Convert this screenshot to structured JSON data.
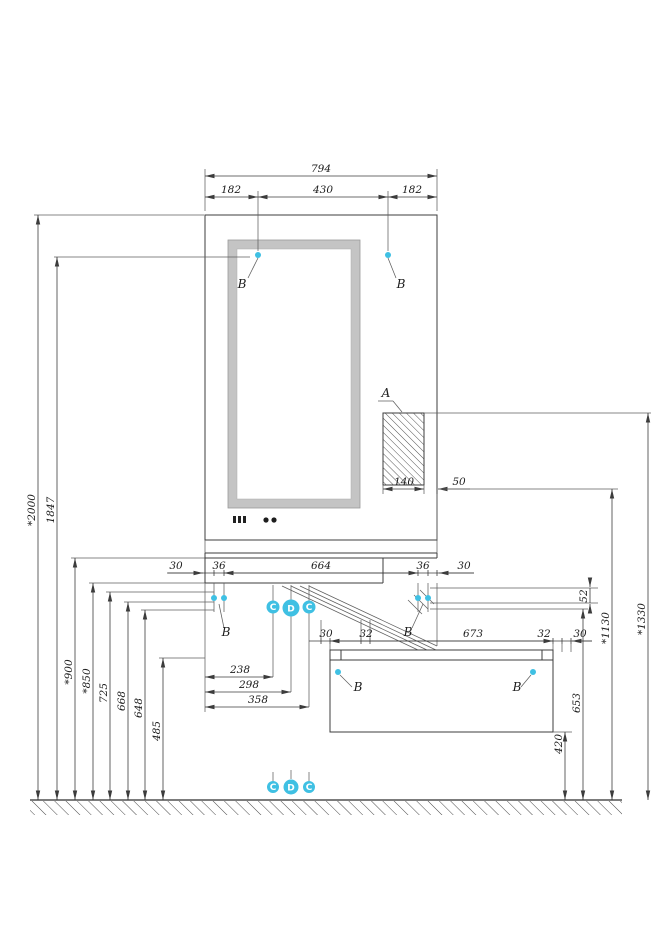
{
  "drawing": {
    "type": "installation-dimension-diagram",
    "colors": {
      "line": "#3c3c3c",
      "marker_cyan": "#3fc0e3",
      "frame_gray": "#c4c4c4"
    },
    "labels": {
      "a": "A",
      "b": "B",
      "c": "C",
      "d": "D"
    },
    "dims": {
      "top_width": "794",
      "top_left": "182",
      "top_center": "430",
      "top_right": "182",
      "h2000": "*2000",
      "h1847": "1847",
      "h900": "*900",
      "h850": "*850",
      "h725": "725",
      "h668": "668",
      "h648": "648",
      "h485": "485",
      "row_30_left": "30",
      "row_36_left": "36",
      "row_664": "664",
      "row_36_right": "36",
      "row_30_right": "30",
      "mid_30": "30",
      "mid_32": "32",
      "cab_673": "673",
      "cab_32": "32",
      "cab_30": "30",
      "off_238": "238",
      "off_298": "298",
      "off_358": "358",
      "box_140": "140",
      "box_50": "50",
      "r_52": "52",
      "r_1130": "*1130",
      "r_1330": "*1330",
      "r_653": "653",
      "r_420": "420"
    }
  }
}
